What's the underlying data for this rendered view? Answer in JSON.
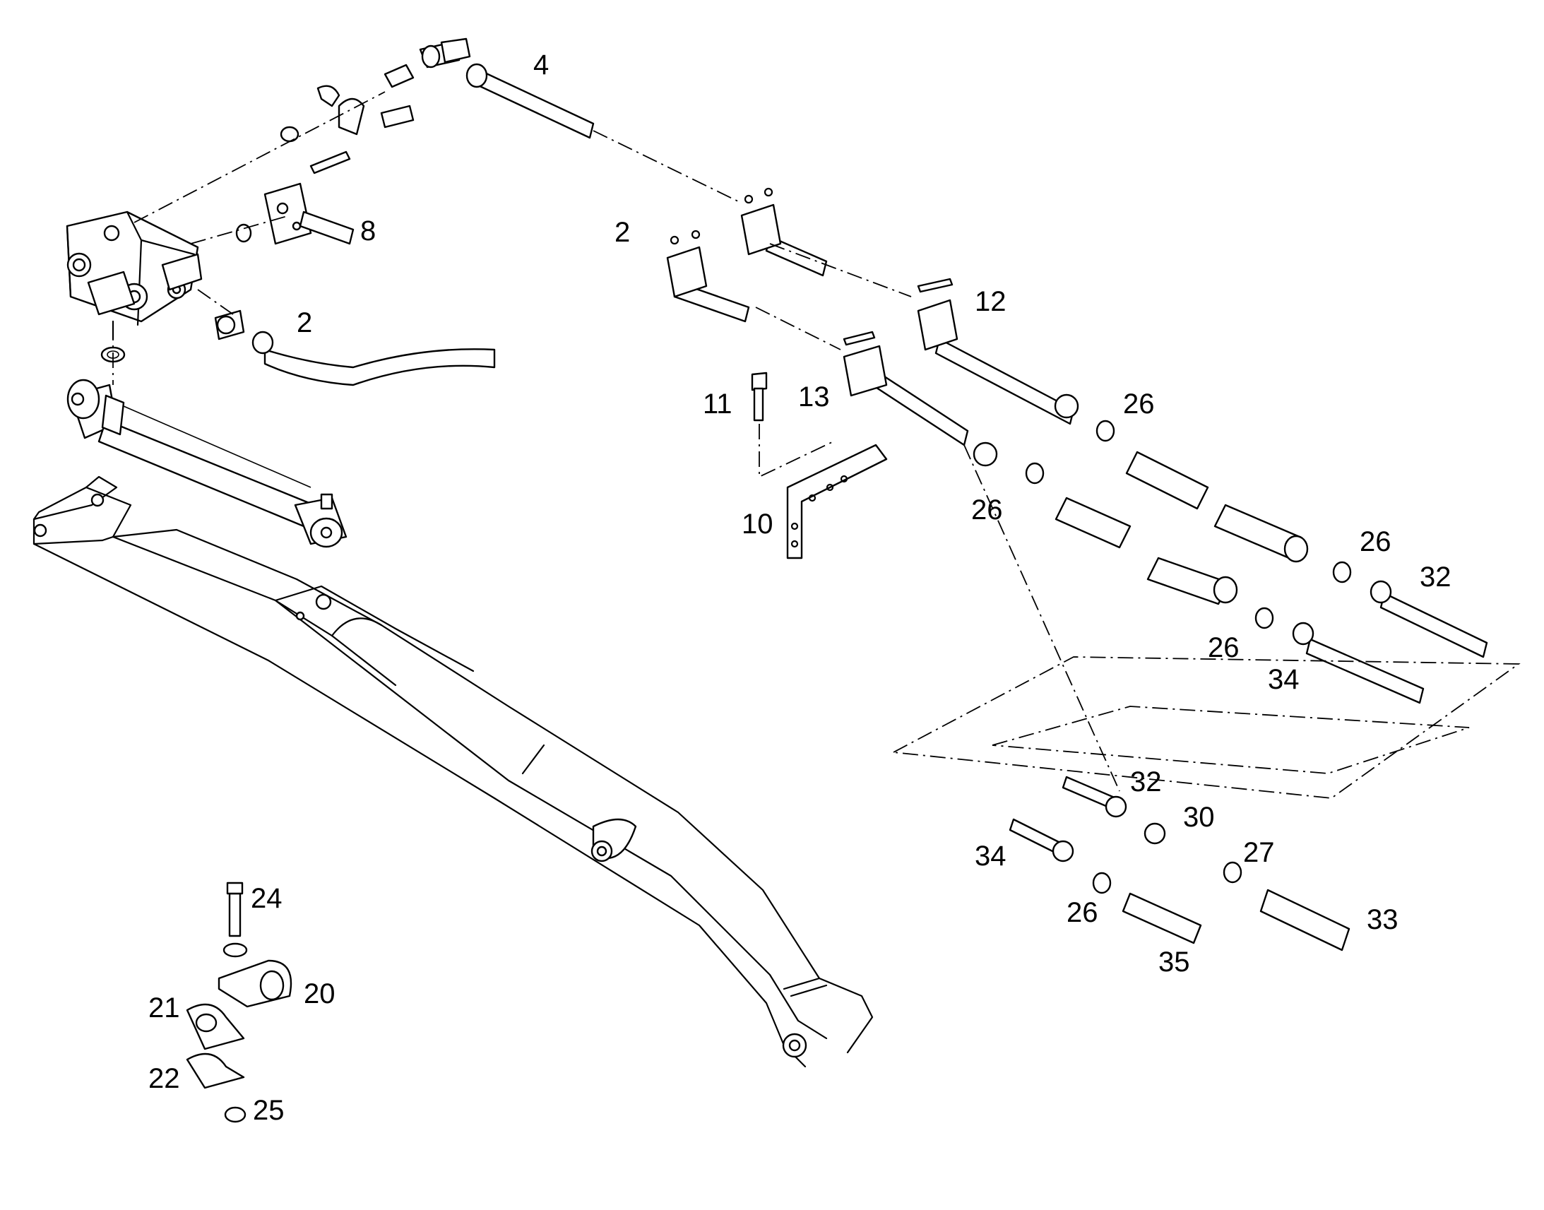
{
  "diagram": {
    "type": "exploded-parts-diagram",
    "callouts": [
      {
        "id": "c-4",
        "text": "4"
      },
      {
        "id": "c-8",
        "text": "8"
      },
      {
        "id": "c-2a",
        "text": "2"
      },
      {
        "id": "c-2b",
        "text": "2"
      },
      {
        "id": "c-12",
        "text": "12"
      },
      {
        "id": "c-13",
        "text": "13"
      },
      {
        "id": "c-11",
        "text": "11"
      },
      {
        "id": "c-10",
        "text": "10"
      },
      {
        "id": "c-26a",
        "text": "26"
      },
      {
        "id": "c-26b",
        "text": "26"
      },
      {
        "id": "c-26c",
        "text": "26"
      },
      {
        "id": "c-26d",
        "text": "26"
      },
      {
        "id": "c-26e",
        "text": "26"
      },
      {
        "id": "c-32a",
        "text": "32"
      },
      {
        "id": "c-32b",
        "text": "32"
      },
      {
        "id": "c-34a",
        "text": "34"
      },
      {
        "id": "c-34b",
        "text": "34"
      },
      {
        "id": "c-30",
        "text": "30"
      },
      {
        "id": "c-27",
        "text": "27"
      },
      {
        "id": "c-33",
        "text": "33"
      },
      {
        "id": "c-35",
        "text": "35"
      },
      {
        "id": "c-24",
        "text": "24"
      },
      {
        "id": "c-20",
        "text": "20"
      },
      {
        "id": "c-21",
        "text": "21"
      },
      {
        "id": "c-22",
        "text": "22"
      },
      {
        "id": "c-25",
        "text": "25"
      }
    ]
  }
}
